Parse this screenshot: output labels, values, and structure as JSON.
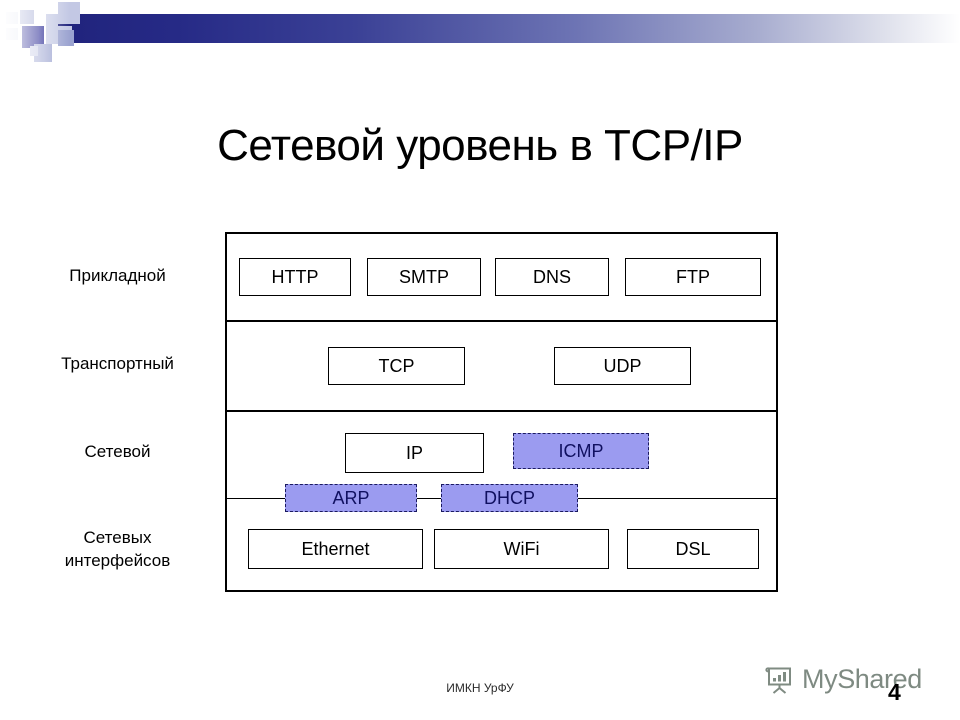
{
  "slide": {
    "title": "Сетевой уровень в TCP/IP",
    "number": "4",
    "footer": "ИМКН УрФУ"
  },
  "watermark": {
    "label": "MyShared",
    "icon": "presentation-board-icon"
  },
  "colors": {
    "header_gradient_start": "#20237c",
    "header_gradient_end": "#ffffff",
    "square_dark_navy": "#000080",
    "square_mid": "#9ba3d0",
    "square_light": "#c3c8e4",
    "square_pale": "#dfe2f0",
    "highlight_fill": "#9b9bf0",
    "highlight_border": "#1a1a60",
    "highlight_text": "#101060",
    "box_border": "#000000",
    "text": "#000000"
  },
  "diagram": {
    "type": "layered-stack",
    "layers": [
      {
        "label": "Прикладной",
        "name": "application-layer"
      },
      {
        "label": "Транспортный",
        "name": "transport-layer"
      },
      {
        "label": "Сетевой",
        "name": "network-layer"
      },
      {
        "label": "Сетевых\nинтерфейсов",
        "name": "network-interface-layer"
      }
    ],
    "boxes": [
      {
        "label": "HTTP",
        "layer": "Прикладной",
        "highlight": false
      },
      {
        "label": "SMTP",
        "layer": "Прикладной",
        "highlight": false
      },
      {
        "label": "DNS",
        "layer": "Прикладной",
        "highlight": false
      },
      {
        "label": "FTP",
        "layer": "Прикладной",
        "highlight": false
      },
      {
        "label": "TCP",
        "layer": "Транспортный",
        "highlight": false
      },
      {
        "label": "UDP",
        "layer": "Транспортный",
        "highlight": false
      },
      {
        "label": "IP",
        "layer": "Сетевой",
        "highlight": false
      },
      {
        "label": "ICMP",
        "layer": "Сетевой",
        "highlight": true
      },
      {
        "label": "ARP",
        "layer": "Сетевой/Сетевых интерфейсов",
        "highlight": true
      },
      {
        "label": "DHCP",
        "layer": "Сетевой/Сетевых интерфейсов",
        "highlight": true
      },
      {
        "label": "Ethernet",
        "layer": "Сетевых интерфейсов",
        "highlight": false
      },
      {
        "label": "WiFi",
        "layer": "Сетевых интерфейсов",
        "highlight": false
      },
      {
        "label": "DSL",
        "layer": "Сетевых интерфейсов",
        "highlight": false
      }
    ]
  }
}
